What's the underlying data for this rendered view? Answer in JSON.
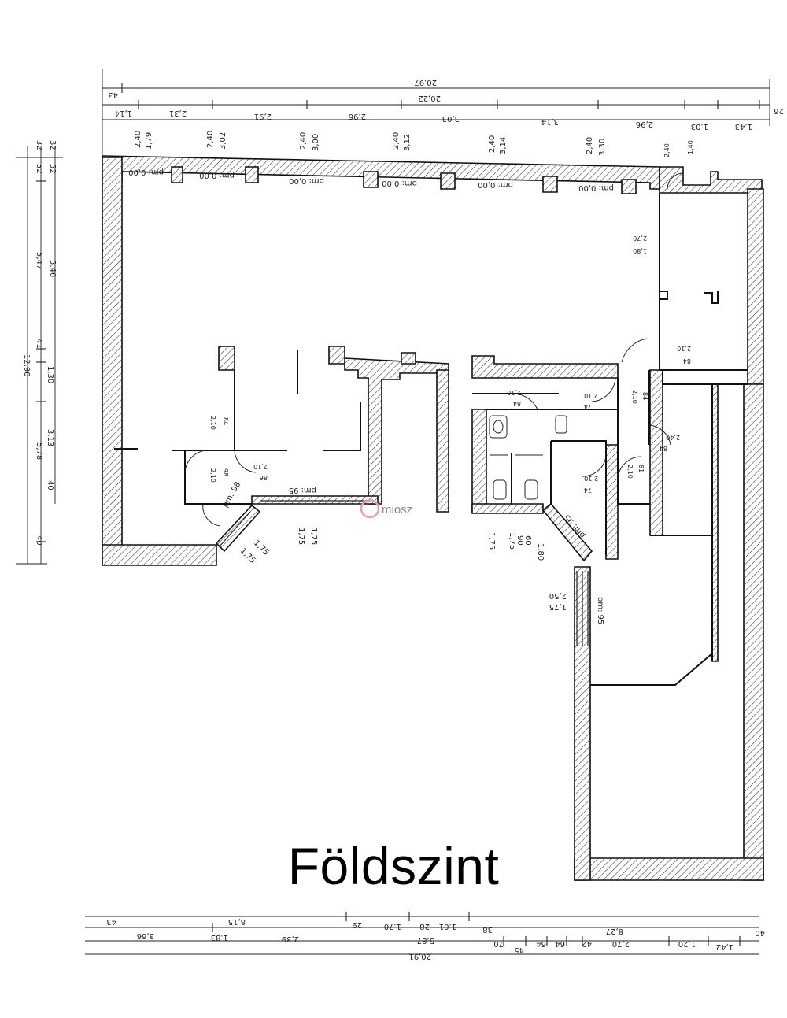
{
  "title": "Földszint",
  "watermark": "miosz",
  "top_dims": {
    "overall": "20,97",
    "inner": "20,22",
    "left_offset": "43",
    "right_offset": "26",
    "segments": [
      "1,14",
      "2,31",
      "2,91",
      "2,96",
      "3,03",
      "3,14",
      "2,96",
      "1,03",
      "1,43"
    ]
  },
  "window_dims": [
    {
      "a": "2,40",
      "b": "1,79"
    },
    {
      "a": "2,40",
      "b": "3,02"
    },
    {
      "a": "2,40",
      "b": "3,00"
    },
    {
      "a": "2,40",
      "b": "3,12"
    },
    {
      "a": "2,40",
      "b": "3,14"
    },
    {
      "a": "2,40",
      "b": "3,30"
    }
  ],
  "sill_labels": [
    "pm: 0,00",
    "pm: 0,00",
    "pm: 0,00",
    "pm: 0,00",
    "pm: 0,00",
    "pm: 0,00"
  ],
  "left_dims": {
    "overall": "12,90",
    "col_a": [
      "32",
      "52",
      "5,47",
      "41",
      "1,30",
      "5,78",
      "40"
    ],
    "col_b": [
      "32",
      "52",
      "5,46",
      "3,13",
      "40"
    ]
  },
  "bottom_dims": {
    "overall": "20,91",
    "row1": [
      "43",
      "8,15",
      "29",
      "1,70",
      "28",
      "1,01",
      "38",
      "8,27",
      "40"
    ],
    "row2": [
      "3,66",
      "1,83",
      "2,39",
      "5,87",
      "45",
      "70",
      "64",
      "64",
      "42",
      "2,70",
      "1,20",
      "1,42"
    ]
  },
  "door_labels": [
    "2,40",
    "1,40",
    "2,70",
    "1,80",
    "2,10",
    "84",
    "2,10",
    "74",
    "2,10",
    "84",
    "2,40",
    "84",
    "2,10",
    "81",
    "2,10",
    "74",
    "2,10",
    "84",
    "2,10",
    "84",
    "2,10",
    "98",
    "2,10",
    "86"
  ],
  "opening_labels": [
    "pm: 95",
    "1,75",
    "1,75",
    "pm: 98",
    "1,75",
    "1,75",
    "1,75",
    "1,75",
    "90",
    "60",
    "1,80",
    "pm: 95",
    "2,50",
    "1,75",
    "pm: 95"
  ]
}
